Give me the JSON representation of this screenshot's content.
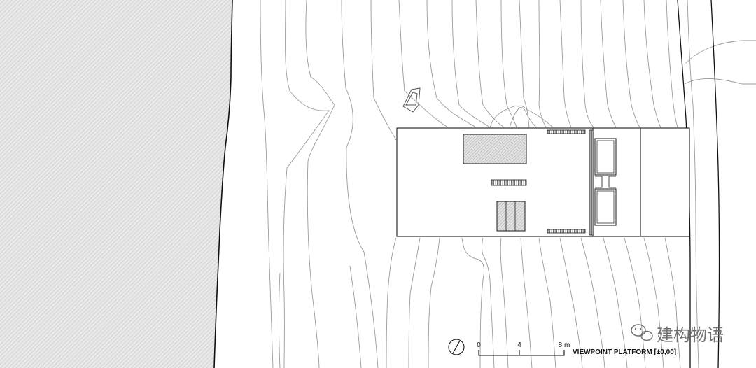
{
  "scale_bar": {
    "tick_0": "0",
    "tick_4": "4",
    "tick_8": "8 m"
  },
  "title": "VIEWPOINT PLATFORM [±0,00]",
  "watermark": {
    "text": "建构物语",
    "icon": "wechat-icon"
  },
  "colors": {
    "line": "#1a1a1a",
    "contour": "#9a9a9a",
    "water_hatch": "#b8b8b8",
    "fill_hatch": "#9c9c9c"
  }
}
